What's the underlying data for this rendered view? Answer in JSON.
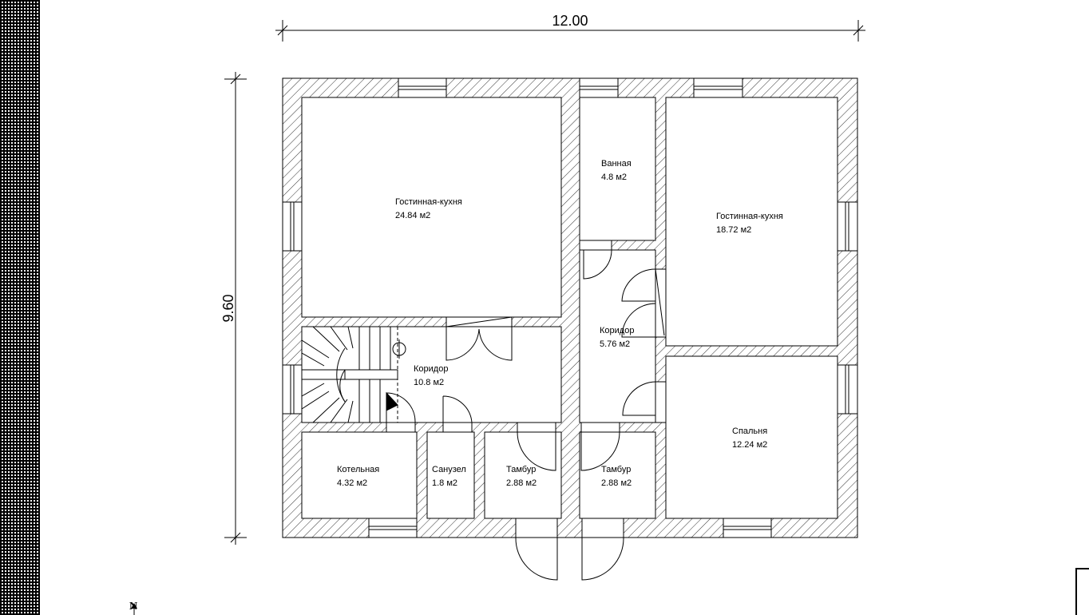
{
  "plan": {
    "dimensions": {
      "width": "12.00",
      "height": "9.60"
    },
    "north_label": "N",
    "rooms": [
      {
        "name": "Гостинная-кухня",
        "area": "24.84 м2"
      },
      {
        "name": "Ванная",
        "area": "4.8 м2"
      },
      {
        "name": "Гостинная-кухня",
        "area": "18.72 м2"
      },
      {
        "name": "Коридор",
        "area": "5.76 м2"
      },
      {
        "name": "Коридор",
        "area": "10.8 м2"
      },
      {
        "name": "Спальня",
        "area": "12.24 м2"
      },
      {
        "name": "Котельная",
        "area": "4.32 м2"
      },
      {
        "name": "Санузел",
        "area": "1.8 м2"
      },
      {
        "name": "Тамбур",
        "area": "2.88 м2"
      },
      {
        "name": "Тамбур",
        "area": "2.88 м2"
      }
    ]
  }
}
